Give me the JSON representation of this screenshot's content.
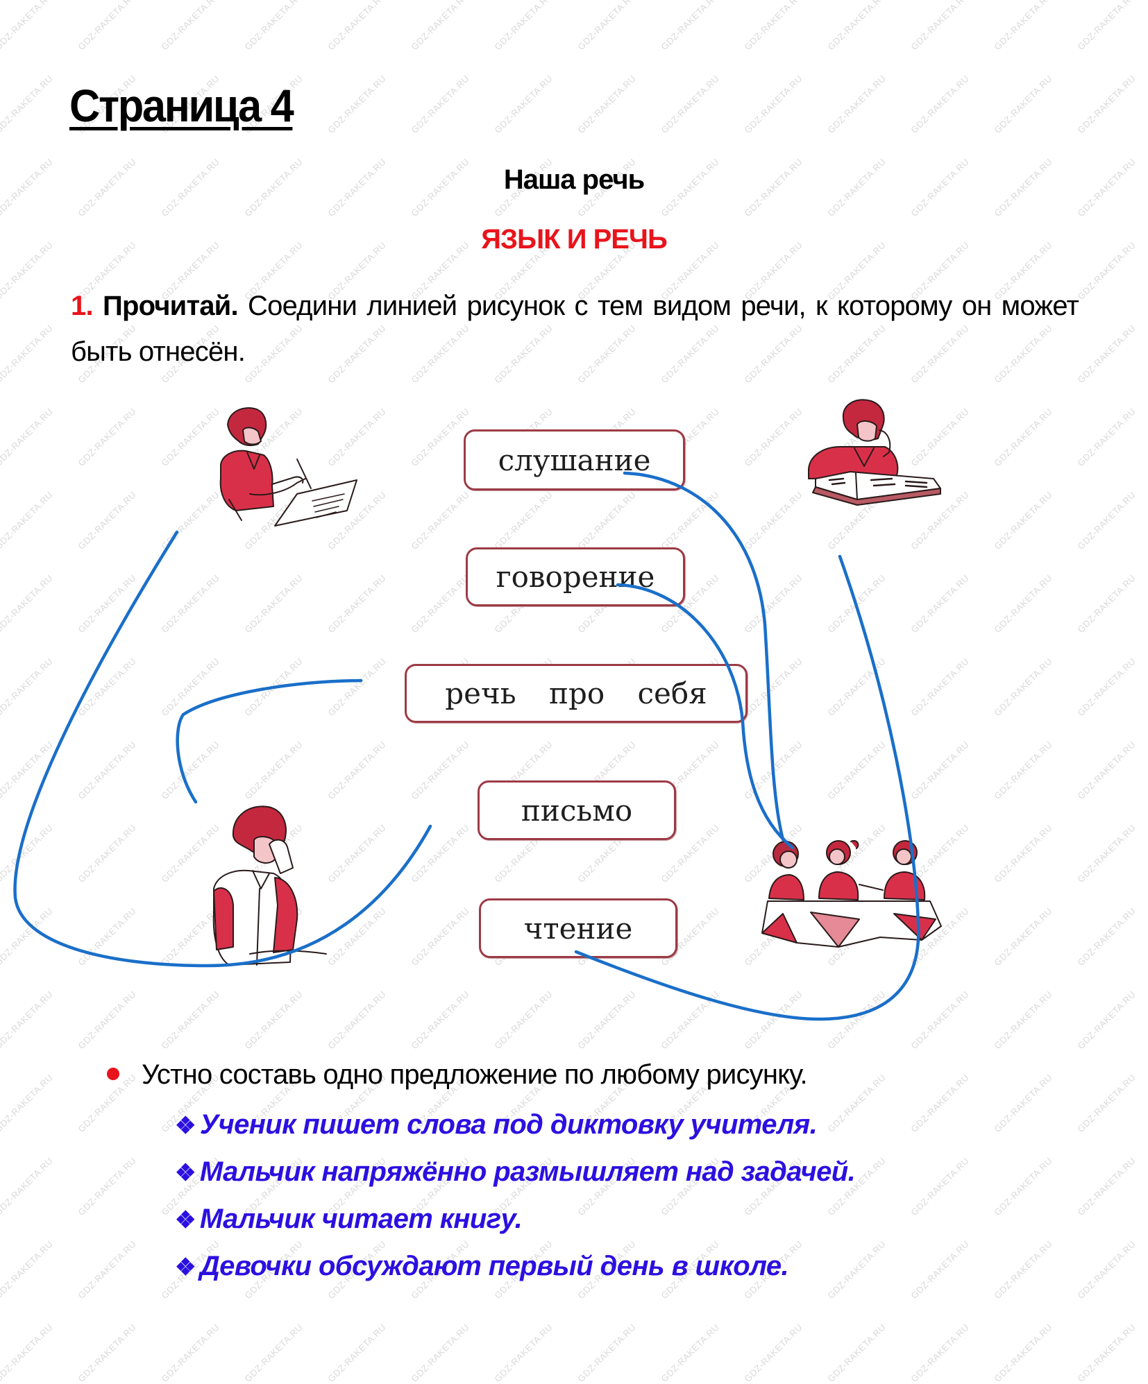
{
  "page": {
    "title": "Страница 4",
    "section_title": "Наша речь",
    "lesson_title": "ЯЗЫК И РЕЧЬ"
  },
  "task": {
    "number": "1.",
    "verb": "Прочитай.",
    "text": "Соедини линией рисунок с тем видом речи, к которому он может быть отнесён."
  },
  "speech_types": [
    {
      "label": "слушание"
    },
    {
      "label": "говорение"
    },
    {
      "label": "речь про себя"
    },
    {
      "label": "письмо"
    },
    {
      "label": "чтение"
    }
  ],
  "illustrations": [
    {
      "name": "boy-writing",
      "description": "Мальчик пишет"
    },
    {
      "name": "boy-thinking",
      "description": "Мальчик размышляет"
    },
    {
      "name": "boy-reading",
      "description": "Мальчик читает книгу"
    },
    {
      "name": "girls-talking",
      "description": "Девочки разговаривают за столом"
    }
  ],
  "connections": [
    {
      "from": "слушание",
      "to": "girls-talking"
    },
    {
      "from": "говорение",
      "to": "girls-talking"
    },
    {
      "from": "речь про себя",
      "to": "boy-thinking"
    },
    {
      "from": "письмо",
      "to": "boy-writing"
    },
    {
      "from": "чтение",
      "to": "boy-reading"
    }
  ],
  "instruction": {
    "text": "Устно составь одно предложение по любому рисунку."
  },
  "answers": [
    {
      "mark": "❖",
      "text": "Ученик пишет слова под диктовку учителя."
    },
    {
      "mark": "❖",
      "text": "Мальчик напряжённо размышляет над задачей."
    },
    {
      "mark": "❖",
      "text": "Мальчик читает книгу."
    },
    {
      "mark": "❖",
      "text": "Девочки обсуждают первый день в школе."
    }
  ],
  "watermark": "GDZ-RAKETA.RU",
  "colors": {
    "accent_red": "#e8141c",
    "answer_blue": "#2b10e0",
    "line_blue": "#1a6fc9",
    "box_border": "#9c3b45",
    "illustration_red": "#d9304a"
  }
}
